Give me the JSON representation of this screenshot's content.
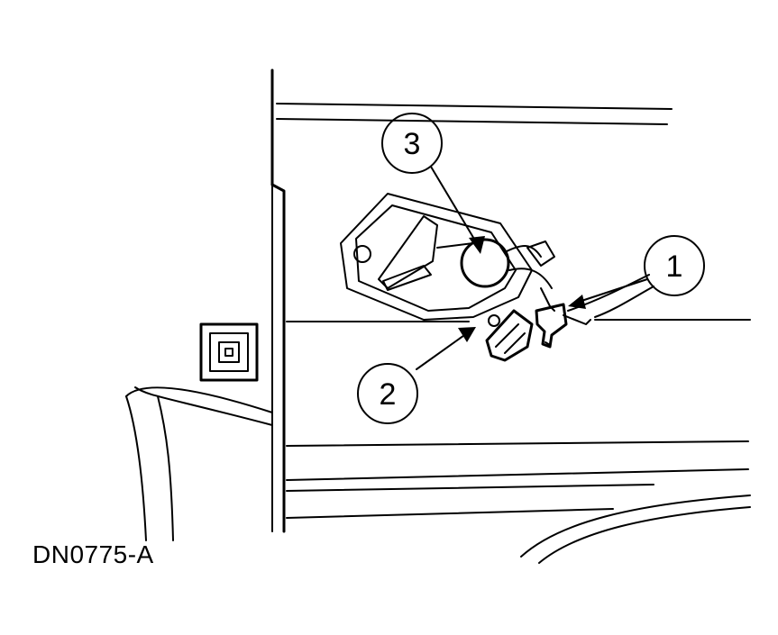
{
  "figure_id": "DN0775-A",
  "callouts": [
    {
      "label": "1"
    },
    {
      "label": "2"
    },
    {
      "label": "3"
    }
  ]
}
